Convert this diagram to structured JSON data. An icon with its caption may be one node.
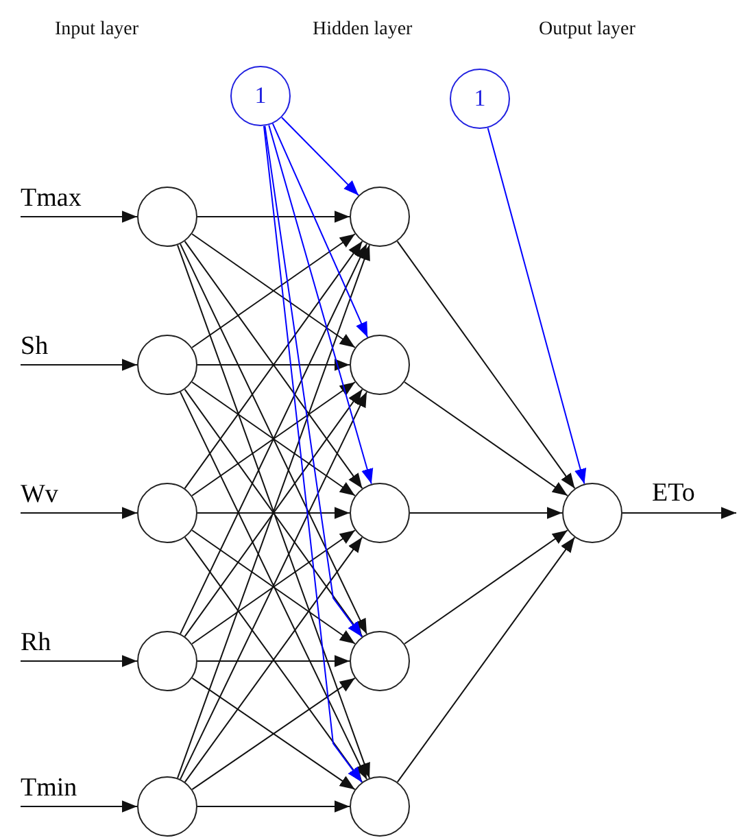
{
  "diagram": {
    "nodes": [
      {
        "text": [
          "1"
        ]
      },
      {
        "text": [
          "1"
        ]
      },
      {
        "text": [
          "Tmax"
        ]
      },
      {
        "text": [
          "Sh"
        ]
      },
      {
        "text": [
          "Wv"
        ]
      },
      {
        "text": [
          "Rh"
        ]
      },
      {
        "text": [
          "Tmin"
        ]
      },
      {
        "text": [],
        "shape": "circle"
      },
      {
        "text": [],
        "shape": "circle"
      },
      {
        "text": [],
        "shape": "circle"
      },
      {
        "text": [],
        "shape": "circle"
      },
      {
        "text": [],
        "shape": "circle"
      },
      {
        "text": [],
        "shape": "circle"
      },
      {
        "text": [],
        "shape": "circle"
      },
      {
        "text": [],
        "shape": "circle"
      },
      {
        "text": [],
        "shape": "circle"
      },
      {
        "text": [],
        "shape": "circle"
      },
      {
        "text": [],
        "shape": "circle"
      }
    ],
    "edges": [
      {
        "from": 2,
        "to": 7,
        "arrow": "to"
      },
      {
        "from": 3,
        "to": 8,
        "arrow": "to"
      },
      {
        "from": 4,
        "to": 9,
        "arrow": "to"
      },
      {
        "from": 5,
        "to": 10,
        "arrow": "to"
      },
      {
        "from": 6,
        "to": 11,
        "arrow": "to"
      },
      {
        "from": 7,
        "to": 12,
        "arrow": "to"
      },
      {
        "from": 7,
        "to": 13,
        "arrow": "to"
      },
      {
        "from": 7,
        "to": 14,
        "arrow": "to"
      },
      {
        "from": 7,
        "to": 15,
        "arrow": "to"
      },
      {
        "from": 7,
        "to": 16,
        "arrow": "to"
      },
      {
        "from": 8,
        "to": 12,
        "arrow": "to"
      },
      {
        "from": 8,
        "to": 13,
        "arrow": "to"
      },
      {
        "from": 8,
        "to": 14,
        "arrow": "to"
      },
      {
        "from": 8,
        "to": 15,
        "arrow": "to"
      },
      {
        "from": 8,
        "to": 16,
        "arrow": "to"
      },
      {
        "from": 9,
        "to": 12,
        "arrow": "to"
      },
      {
        "from": 9,
        "to": 13,
        "arrow": "to"
      },
      {
        "from": 9,
        "to": 14,
        "arrow": "to"
      },
      {
        "from": 9,
        "to": 15,
        "arrow": "to"
      },
      {
        "from": 9,
        "to": 16,
        "arrow": "to"
      },
      {
        "from": 10,
        "to": 12,
        "arrow": "to"
      },
      {
        "from": 10,
        "to": 13,
        "arrow": "to"
      },
      {
        "from": 10,
        "to": 14,
        "arrow": "to"
      },
      {
        "from": 10,
        "to": 15,
        "arrow": "to"
      },
      {
        "from": 10,
        "to": 16,
        "arrow": "to"
      },
      {
        "from": 11,
        "to": 12,
        "arrow": "to"
      },
      {
        "from": 11,
        "to": 13,
        "arrow": "to"
      },
      {
        "from": 11,
        "to": 14,
        "arrow": "to"
      },
      {
        "from": 11,
        "to": 15,
        "arrow": "to"
      },
      {
        "from": 11,
        "to": 16,
        "arrow": "to"
      },
      {
        "from": 0,
        "to": 12,
        "arrow": "to",
        "color": "#0000ff"
      },
      {
        "from": 0,
        "to": 13,
        "arrow": "to",
        "color": "#0000ff"
      },
      {
        "from": 0,
        "to": 14,
        "arrow": "to",
        "color": "#0000ff"
      },
      {
        "from": 0,
        "to": 15,
        "arrow": "to",
        "color": "#0000ff"
      },
      {
        "from": 0,
        "to": 16,
        "arrow": "to",
        "color": "#0000ff"
      },
      {
        "from": 12,
        "to": 17,
        "arrow": "to"
      },
      {
        "from": 13,
        "to": 17,
        "arrow": "to"
      },
      {
        "from": 14,
        "to": 17,
        "arrow": "to"
      },
      {
        "from": 15,
        "to": 17,
        "arrow": "to"
      },
      {
        "from": 16,
        "to": 17,
        "arrow": "to"
      },
      {
        "from": 1,
        "to": 17,
        "arrow": "to",
        "color": "#0000ff"
      },
      {
        "from": 17,
        "to": null,
        "arrow": "to",
        "label": "ETo"
      }
    ],
    "labels": [
      "Input layer",
      "Hidden layer",
      "Output layer"
    ]
  }
}
